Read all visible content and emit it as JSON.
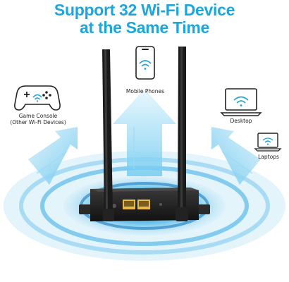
{
  "headline": {
    "line1": "Support 32 Wi-Fi Device",
    "line2": "at the Same Time"
  },
  "devices": {
    "mobile": {
      "label": "Mobile Phones",
      "icon": "smartphone-wifi-icon"
    },
    "game_console": {
      "label_line1": "Game Console",
      "label_line2": "(Other Wi-Fi Devices)",
      "icon": "gamepad-icon"
    },
    "desktop": {
      "label": "Desktop",
      "icon": "laptop-wifi-icon"
    },
    "laptops": {
      "label": "Laptops",
      "icon": "laptop-wifi-small-icon"
    }
  },
  "colors": {
    "headline": "#1da6dc",
    "arrow": "#3fb6e2",
    "ripple": "#2a9fd8",
    "wifi_icon": "#1fa3d6",
    "router": "#1c1c1c",
    "ports": "#e7b949"
  }
}
